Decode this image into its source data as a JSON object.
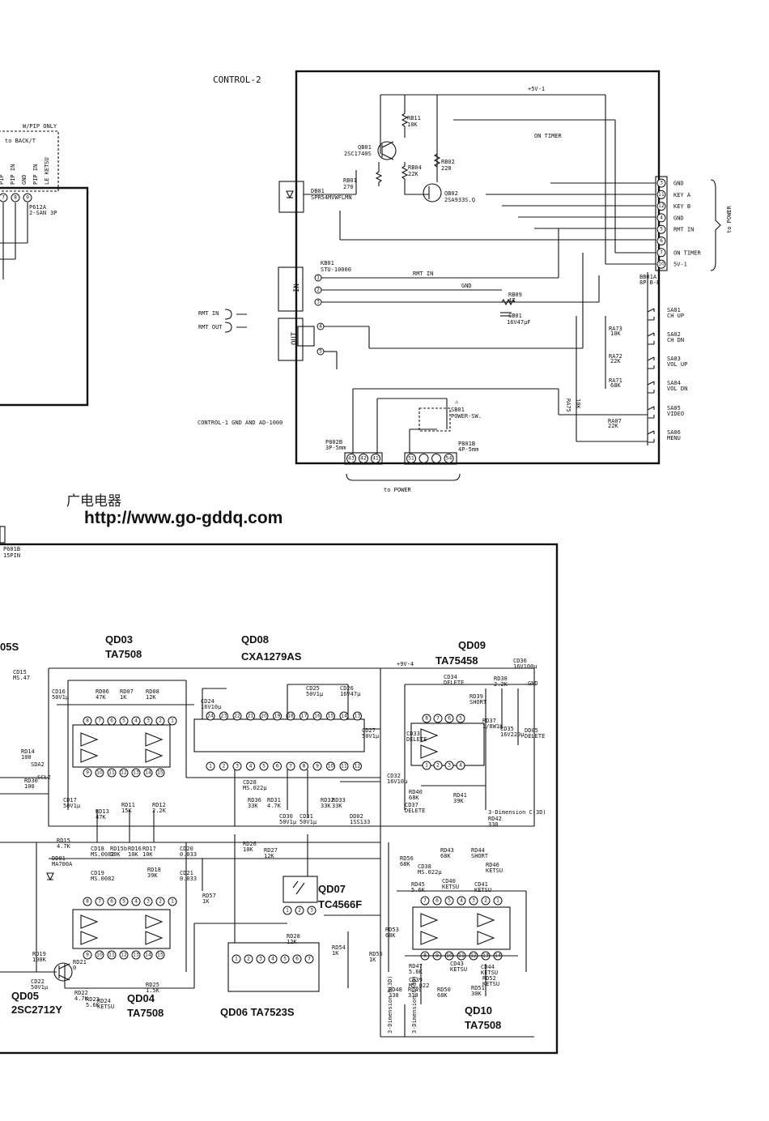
{
  "top_board": {
    "title": "CONTROL-2",
    "supply": "+5V-1",
    "on_timer_net": "ON TIMER",
    "transistors": [
      {
        "ref": "QB01",
        "part": "2SC1740S"
      },
      {
        "ref": "QB02",
        "part": "2SA933S.Q"
      }
    ],
    "resistors": [
      {
        "ref": "RB11",
        "value": "10K"
      },
      {
        "ref": "RB02",
        "value": "220"
      },
      {
        "ref": "RB04",
        "value": "22K"
      },
      {
        "ref": "RB01",
        "value": "270"
      },
      {
        "ref": "RB09",
        "value": "47"
      }
    ],
    "led": {
      "ref": "DB01",
      "part": "SPR54MVWFLMN"
    },
    "connector_kb": {
      "ref": "KB01",
      "part": "STU-10000"
    },
    "cap": {
      "ref": "CB01",
      "value": "16V47μF"
    },
    "rmt_in_net": "RMT IN",
    "gnd_net": "GND",
    "in_label": "IN",
    "out_label": "OUT",
    "rmt_in_jack": "RMT IN",
    "rmt_out_jack": "RMT OUT",
    "connector_b01a": {
      "ref": "BB01A",
      "part": "8P B-B"
    },
    "to_power": "to POWER",
    "b01a_pins": [
      {
        "num": "3",
        "label": "GND"
      },
      {
        "num": "11",
        "label": "KEY A"
      },
      {
        "num": "12",
        "label": "KEY B"
      },
      {
        "num": "4",
        "label": "GND"
      },
      {
        "num": "5",
        "label": "RMT IN"
      },
      {
        "num": "6",
        "label": ""
      },
      {
        "num": "7",
        "label": "ON TIMER"
      },
      {
        "num": "10",
        "label": "5V-1"
      }
    ],
    "switches": [
      {
        "ref": "SA01",
        "label": "CH UP"
      },
      {
        "ref": "SA02",
        "label": "CH DN"
      },
      {
        "ref": "SA03",
        "label": "VOL UP"
      },
      {
        "ref": "SA04",
        "label": "VOL DN"
      },
      {
        "ref": "SA05",
        "label": "VIDEO"
      },
      {
        "ref": "SA06",
        "label": "MENU"
      }
    ],
    "key_resistors": [
      {
        "ref": "RA73",
        "value": "10K"
      },
      {
        "ref": "RA72",
        "value": "22K"
      },
      {
        "ref": "RA71",
        "value": "68K"
      },
      {
        "ref": "RA75",
        "value": "10K"
      },
      {
        "ref": "RA07",
        "value": "22K"
      }
    ],
    "power_switch": {
      "ref": "SB01",
      "label": "POWER-SW."
    },
    "p802b": {
      "ref": "P802B",
      "part": "3P-5mm",
      "pins": [
        "43",
        "42",
        "41"
      ]
    },
    "p801b": {
      "ref": "P801B",
      "part": "4P-5mm",
      "pins": [
        "51",
        "",
        "",
        "54"
      ]
    },
    "ground_note": "CONTROL-1 GND AND AD-1000",
    "bottom_to_power": "to POWER"
  },
  "left_board": {
    "note": "W/PIP ONLY",
    "back_label": "to BACK/T",
    "pins": [
      "PIP",
      "PIP IN",
      "GND",
      "PIP IN",
      "LE KETSU"
    ],
    "connector": {
      "ref": "P612A",
      "part": "2-SAN",
      "pins_label": "3P"
    }
  },
  "watermark": {
    "cn": "广电电器",
    "url": "http://www.go-gddq.com"
  },
  "bottom_board": {
    "conn_ref": "P601B",
    "conn_part": "15PIN",
    "ic_labels": [
      {
        "id": "qd05s",
        "text": "05S"
      },
      {
        "id": "qd03",
        "text": "QD03"
      },
      {
        "id": "qd03p",
        "text": "TA7508"
      },
      {
        "id": "qd08",
        "text": "QD08"
      },
      {
        "id": "qd08p",
        "text": "CXA1279AS"
      },
      {
        "id": "qd09",
        "text": "QD09"
      },
      {
        "id": "qd09p",
        "text": "TA75458"
      },
      {
        "id": "qd07",
        "text": "QD07"
      },
      {
        "id": "qd07p",
        "text": "TC4566F"
      },
      {
        "id": "qd05",
        "text": "QD05"
      },
      {
        "id": "qd05p",
        "text": "2SC2712Y"
      },
      {
        "id": "qd04",
        "text": "QD04"
      },
      {
        "id": "qd04p",
        "text": "TA7508"
      },
      {
        "id": "qd06",
        "text": "QD06 TA7523S"
      },
      {
        "id": "qd10",
        "text": "QD10"
      },
      {
        "id": "qd10p",
        "text": "TA7508"
      }
    ],
    "supply": "+9V-4",
    "notes": {
      "dim3d_c": "3-Dimension C(3D)",
      "dim3d_l": "3-Dimension L(3D)",
      "dim3d_r": "3-Dimension R(3D)",
      "delete": "DELETE",
      "short": "SHORT",
      "gnd": "GND"
    },
    "components": [
      {
        "ref": "CD15",
        "value": "MS.47"
      },
      {
        "ref": "CD16",
        "value": "50V1μ"
      },
      {
        "ref": "RD06",
        "value": "47K"
      },
      {
        "ref": "RD07",
        "value": "1K"
      },
      {
        "ref": "RD08",
        "value": "12K"
      },
      {
        "ref": "CD24",
        "value": "16V10μ"
      },
      {
        "ref": "CD25",
        "value": "50V1μ"
      },
      {
        "ref": "CD26",
        "value": "16V47μ"
      },
      {
        "ref": "CD27",
        "value": "50V1μ"
      },
      {
        "ref": "CD36",
        "value": "16V100μ"
      },
      {
        "ref": "CD34",
        "value": "DELETE"
      },
      {
        "ref": "RD38",
        "value": "2.2K"
      },
      {
        "ref": "RD39",
        "value": "SHORT"
      },
      {
        "ref": "RD14",
        "value": "100"
      },
      {
        "ref": "SDA2",
        "value": ""
      },
      {
        "ref": "RD30",
        "value": "100"
      },
      {
        "ref": "SCL2",
        "value": ""
      },
      {
        "ref": "CD17",
        "value": "50V1μ"
      },
      {
        "ref": "RD13",
        "value": "47K"
      },
      {
        "ref": "RD11",
        "value": "15K"
      },
      {
        "ref": "RD12",
        "value": "2.2K"
      },
      {
        "ref": "CD28",
        "value": "MS.022μ"
      },
      {
        "ref": "RD36",
        "value": "33K"
      },
      {
        "ref": "RD31",
        "value": "4.7K"
      },
      {
        "ref": "CD30",
        "value": "50V1μ"
      },
      {
        "ref": "CD31",
        "value": "50V1μ"
      },
      {
        "ref": "RD32",
        "value": "33K"
      },
      {
        "ref": "RD33",
        "value": "33K"
      },
      {
        "ref": "DD02",
        "value": "1SS133"
      },
      {
        "ref": "CD32",
        "value": "16V10μ"
      },
      {
        "ref": "CD33",
        "value": "DELETE"
      },
      {
        "ref": "RD40",
        "value": "68K"
      },
      {
        "ref": "CD37",
        "value": "DELETE"
      },
      {
        "ref": "RD41",
        "value": "39K"
      },
      {
        "ref": "RD42",
        "value": "330"
      },
      {
        "ref": "RD37",
        "value": "1/8W1K"
      },
      {
        "ref": "CD35",
        "value": "16V220μ"
      },
      {
        "ref": "DD05",
        "value": "DELETE"
      },
      {
        "ref": "RD15",
        "value": "4.7K"
      },
      {
        "ref": "DD01",
        "value": "MA700A"
      },
      {
        "ref": "CD18",
        "value": "MS.0082"
      },
      {
        "ref": "RD15b",
        "value": "10K"
      },
      {
        "ref": "RD16",
        "value": "10K"
      },
      {
        "ref": "RD17",
        "value": "10K"
      },
      {
        "ref": "CD20",
        "value": "0.033"
      },
      {
        "ref": "CD19",
        "value": "MS.0082"
      },
      {
        "ref": "RD18",
        "value": "39K"
      },
      {
        "ref": "CD21",
        "value": "0.033"
      },
      {
        "ref": "RD57",
        "value": "1K"
      },
      {
        "ref": "RD26",
        "value": "10K"
      },
      {
        "ref": "RD27",
        "value": "12K"
      },
      {
        "ref": "RD43",
        "value": "68K"
      },
      {
        "ref": "RD44",
        "value": "SHORT"
      },
      {
        "ref": "RD56",
        "value": "68K"
      },
      {
        "ref": "CD38",
        "value": "MS.022μ"
      },
      {
        "ref": "RD46",
        "value": "KETSU"
      },
      {
        "ref": "RD45",
        "value": "5.6K"
      },
      {
        "ref": "CD40",
        "value": "KETSU"
      },
      {
        "ref": "CD41",
        "value": "KETSU"
      },
      {
        "ref": "RD19",
        "value": "100K"
      },
      {
        "ref": "RD21",
        "value": "0"
      },
      {
        "ref": "CD22",
        "value": "50V1μ"
      },
      {
        "ref": "RD22",
        "value": "4.7K"
      },
      {
        "ref": "RD23",
        "value": "5.6K"
      },
      {
        "ref": "RD24",
        "value": "KETSU"
      },
      {
        "ref": "RD25",
        "value": "1.5K"
      },
      {
        "ref": "RD28",
        "value": "12K"
      },
      {
        "ref": "RD54",
        "value": "1K"
      },
      {
        "ref": "RD55",
        "value": "1K"
      },
      {
        "ref": "RD53",
        "value": "68K"
      },
      {
        "ref": "RD47",
        "value": "5.6K"
      },
      {
        "ref": "CD39",
        "value": "MS.022"
      },
      {
        "ref": "CD43",
        "value": "KETSU"
      },
      {
        "ref": "CD44",
        "value": "KETSU"
      },
      {
        "ref": "RD48",
        "value": "330"
      },
      {
        "ref": "RD49",
        "value": "330"
      },
      {
        "ref": "RD50",
        "value": "68K"
      },
      {
        "ref": "RD51",
        "value": "30K"
      },
      {
        "ref": "RD52",
        "value": "KETSU"
      }
    ]
  }
}
